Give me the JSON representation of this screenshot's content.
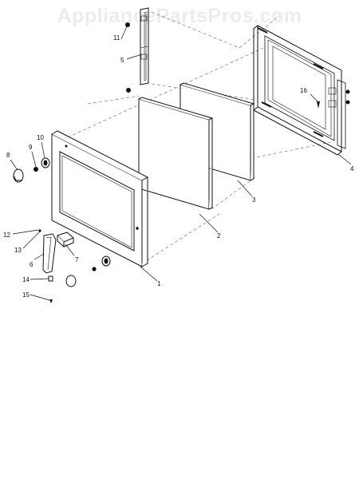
{
  "watermark": "AppliancePartsPros.com",
  "callouts": [
    "1",
    "2",
    "3",
    "4",
    "5",
    "6",
    "7",
    "8",
    "9",
    "10",
    "11",
    "12",
    "13",
    "14",
    "15",
    "16"
  ],
  "colors": {
    "line": "#111111",
    "dash": "#555555",
    "watermark": "#ececec"
  }
}
